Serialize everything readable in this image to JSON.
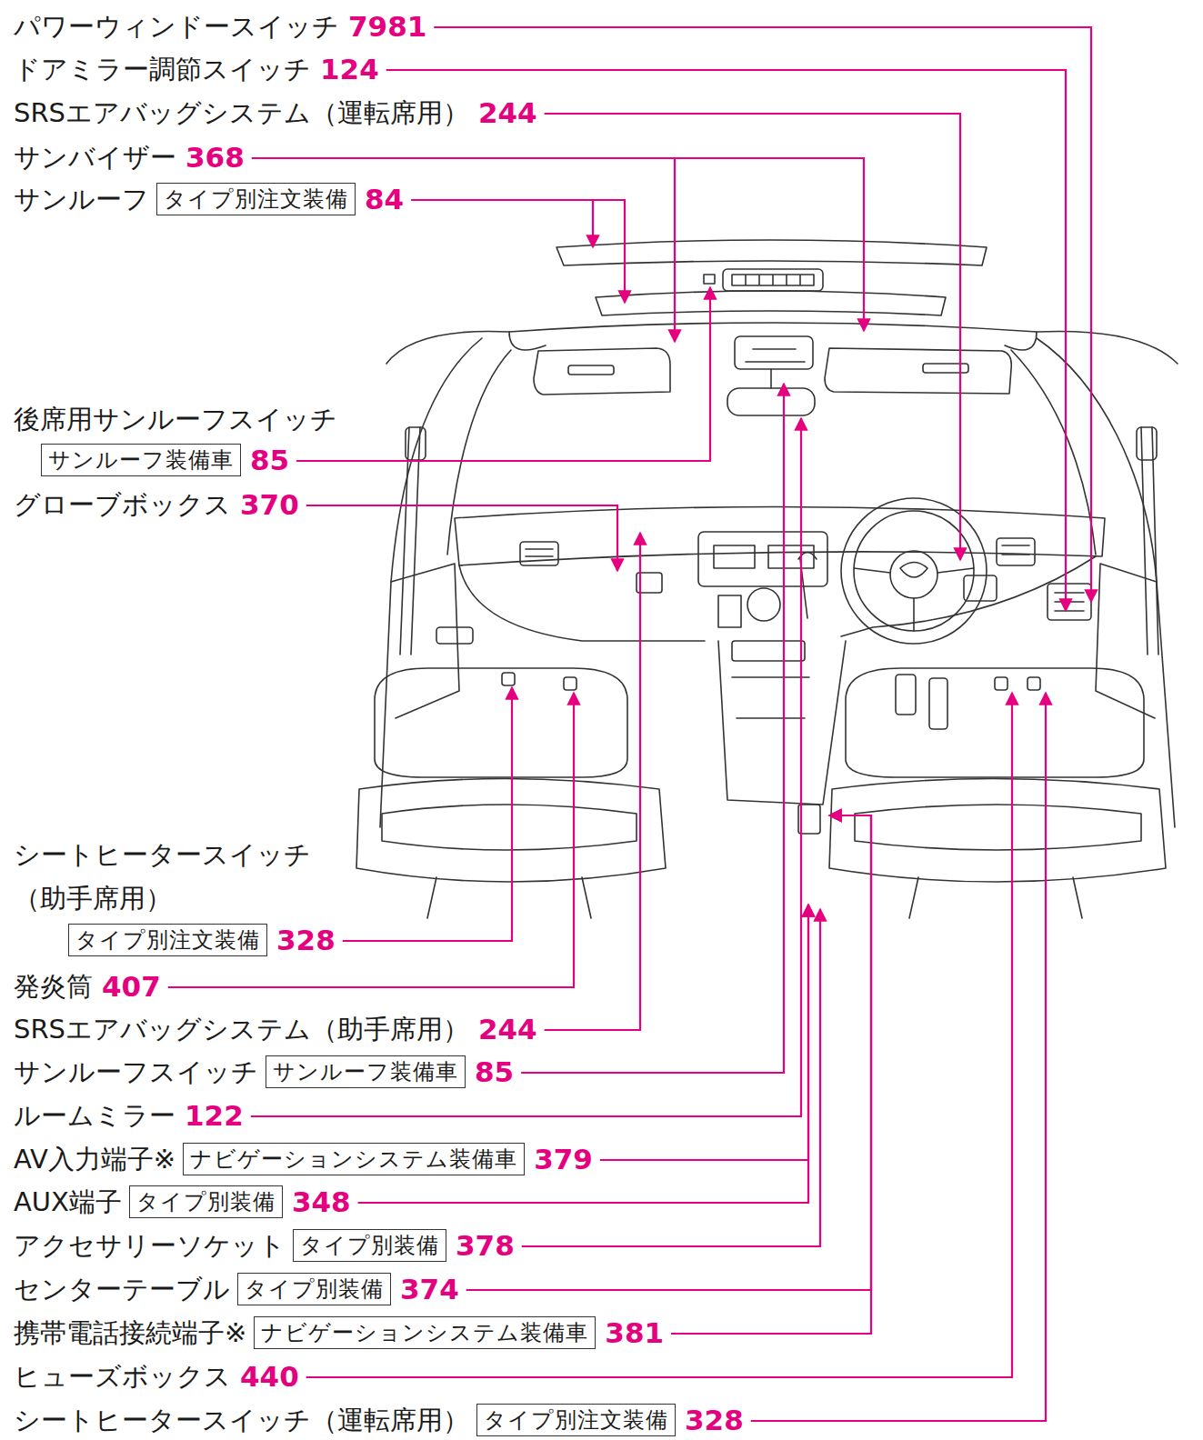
{
  "diagram": {
    "nodes": [
      {
        "text": [
          "タイプ別注文装備"
        ]
      },
      {
        "text": [
          "サンルーフ装備車"
        ]
      },
      {
        "text": [
          "タイプ別注文装備"
        ]
      },
      {
        "text": [
          "サンルーフ装備車"
        ]
      },
      {
        "text": [
          "ナビゲーションシステム装備車"
        ]
      },
      {
        "text": [
          "タイプ別装備"
        ]
      },
      {
        "text": [
          "タイプ別装備"
        ]
      },
      {
        "text": [
          "タイプ別装備"
        ]
      },
      {
        "text": [
          "ナビゲーションシステム装備車"
        ]
      },
      {
        "text": [
          "タイプ別注文装備"
        ]
      }
    ],
    "labels": [
      "パワーウィンドースイッチ",
      "7981",
      "ドアミラー調節スイッチ",
      "124",
      "SRSエアバッグシステム（運転席用）",
      "244",
      "サンバイザー",
      "368",
      "サンルーフ",
      "84",
      "後席用サンルーフスイッチ",
      "85",
      "グローブボックス",
      "370",
      "シートヒータースイッチ （助手席用）",
      "328",
      "発炎筒",
      "407",
      "SRSエアバッグシステム（助手席用）",
      "244",
      "サンルーフスイッチ",
      "85",
      "ルームミラー",
      "122",
      "AV入力端子※",
      "379",
      "AUX端子",
      "348",
      "アクセサリーソケット",
      "378",
      "センターテーブル",
      "374",
      "携帯電話接続端子※",
      "381",
      "ヒューズボックス",
      "440",
      "シートヒータースイッチ（運転席用）",
      "328"
    ]
  }
}
